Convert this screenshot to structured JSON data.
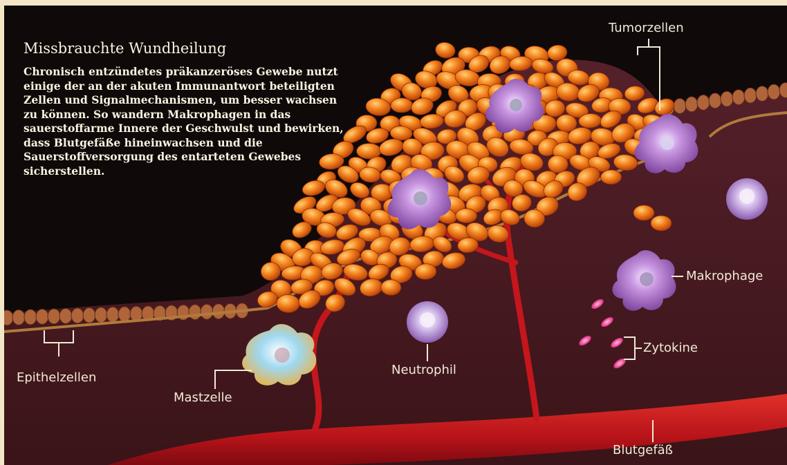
{
  "heading": "Missbrauchte Wundheilung",
  "description": "Chronisch entzündetes präkanzeröses Gewebe nutzt einige der an der akuten Immunantwort beteiligten Zellen und Signalmechanismen, um besser wachsen zu können. So wandern Makrophagen in das sauerstoffarme Innere der Geschwulst und bewirken, dass Blutgefäße hineinwachsen und die Sauerstoffversorgung des entarteten Gewebes sicherstellen.",
  "labels": {
    "tumor_cells": "Tumorzellen",
    "macrophage": "Makrophage",
    "cytokines": "Zytokine",
    "epithelial_cells": "Epithelzellen",
    "mast_cell": "Mastzelle",
    "neutrophil": "Neutrophil",
    "blood_vessel": "Blutgefäß"
  },
  "colors": {
    "background": "#0f0909",
    "tissue": "#4b1b1e",
    "tumor": "#f07a1c",
    "vessel": "#b8141a",
    "macrophage": "#a66bc2",
    "mast_cell": "#7fc6e6",
    "frame": "#f3e6c6"
  }
}
